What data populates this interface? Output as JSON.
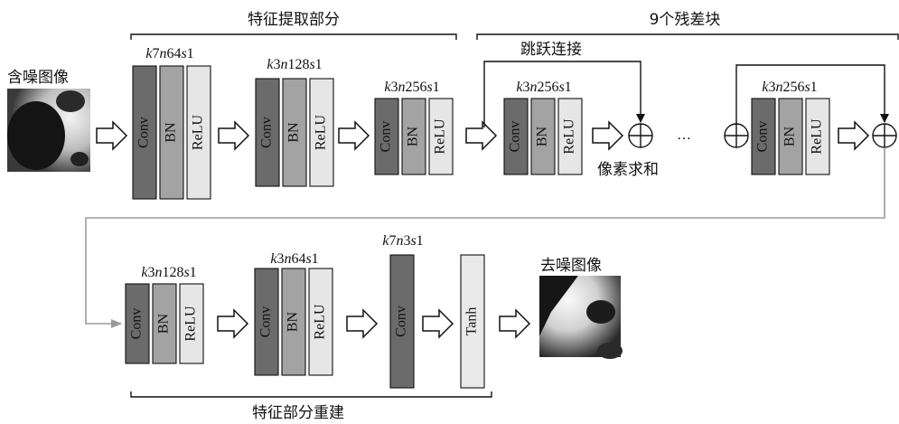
{
  "input_image_label": "含噪图像",
  "output_image_label": "去噪图像",
  "section_feature_extraction": "特征提取部分",
  "section_residual_blocks": "9个残差块",
  "section_reconstruction": "特征部分重建",
  "skip_connection_label": "跳跃连接",
  "pixel_sum_label": "像素求和",
  "ellipsis": "…",
  "layer_names": {
    "conv": "Conv",
    "bn": "BN",
    "relu": "ReLU",
    "tanh": "Tanh"
  },
  "layer_params": {
    "k7n64s1": {
      "k": "k",
      "kv": "7",
      "n": "n",
      "nv": "64",
      "s": "s",
      "sv": "1"
    },
    "k3n128s1": {
      "k": "k",
      "kv": "3",
      "n": "n",
      "nv": "128",
      "s": "s",
      "sv": "1"
    },
    "k3n256s1": {
      "k": "k",
      "kv": "3",
      "n": "n",
      "nv": "256",
      "s": "s",
      "sv": "1"
    },
    "k3n64s1": {
      "k": "k",
      "kv": "3",
      "n": "n",
      "nv": "64",
      "s": "s",
      "sv": "1"
    },
    "k7n3s1": {
      "k": "k",
      "kv": "7",
      "n": "n",
      "nv": "3",
      "s": "s",
      "sv": "1"
    }
  }
}
